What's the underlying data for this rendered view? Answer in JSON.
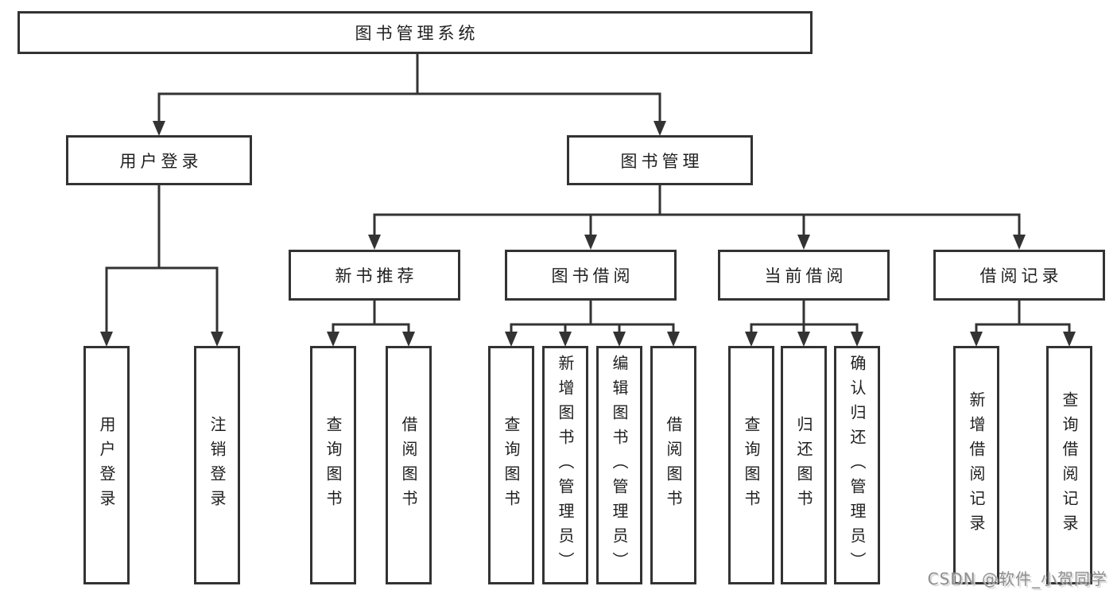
{
  "diagram": {
    "root": {
      "label": "图书管理系统"
    },
    "level2": [
      {
        "label": "用户登录"
      },
      {
        "label": "图书管理"
      }
    ],
    "level3": [
      {
        "label": "新书推荐"
      },
      {
        "label": "图书借阅"
      },
      {
        "label": "当前借阅"
      },
      {
        "label": "借阅记录"
      }
    ],
    "leaves": {
      "user_login": [
        {
          "label": "用户登录"
        },
        {
          "label": "注销登录"
        }
      ],
      "new_book_recommend": [
        {
          "label": "查询图书"
        },
        {
          "label": "借阅图书"
        }
      ],
      "book_borrowing": [
        {
          "label": "查询图书"
        },
        {
          "label": "新增图书（管理员）"
        },
        {
          "label": "编辑图书（管理员）"
        },
        {
          "label": "借阅图书"
        }
      ],
      "current_borrowing": [
        {
          "label": "查询图书"
        },
        {
          "label": "归还图书"
        },
        {
          "label": "确认归还（管理员）"
        }
      ],
      "borrowing_records": [
        {
          "label": "新增借阅记录"
        },
        {
          "label": "查询借阅记录"
        }
      ]
    }
  },
  "watermark": {
    "text": "CSDN @软件_小贺同学"
  },
  "colors": {
    "line": "#333333",
    "text": "#1f1f1f",
    "watermark": "#8f8f8f",
    "background": "#ffffff"
  }
}
